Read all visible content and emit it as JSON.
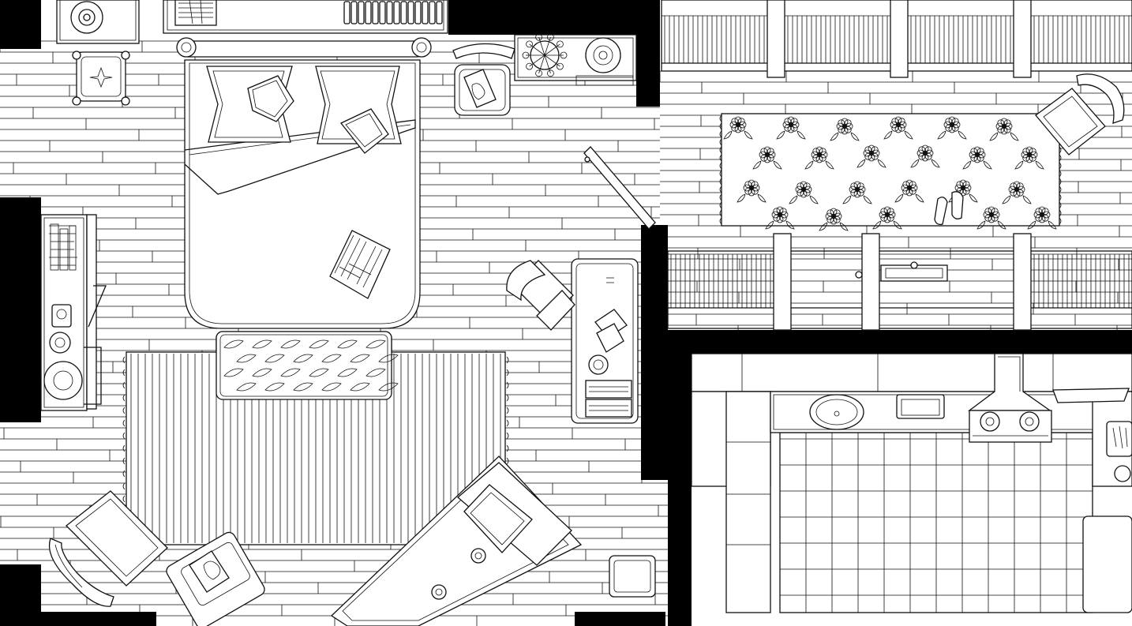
{
  "plan": {
    "background": "#ffffff",
    "line_color": "#111111",
    "wall_color": "#000000",
    "rooms": [
      "bedroom",
      "balcony",
      "kitchen"
    ],
    "icons": {
      "bed": "double-bed-icon",
      "pillow": "pillow-icon",
      "book": "open-book-icon",
      "armchair": "armchair-icon",
      "sofa": "sofa-icon",
      "desk": "desk-icon",
      "speaker": "speaker-icon",
      "plant": "potted-plant-icon",
      "rug": "rug-icon",
      "sink": "sink-icon",
      "stove": "stove-icon",
      "hood": "range-hood-icon",
      "slippers": "slippers-icon",
      "door": "door-icon"
    }
  }
}
